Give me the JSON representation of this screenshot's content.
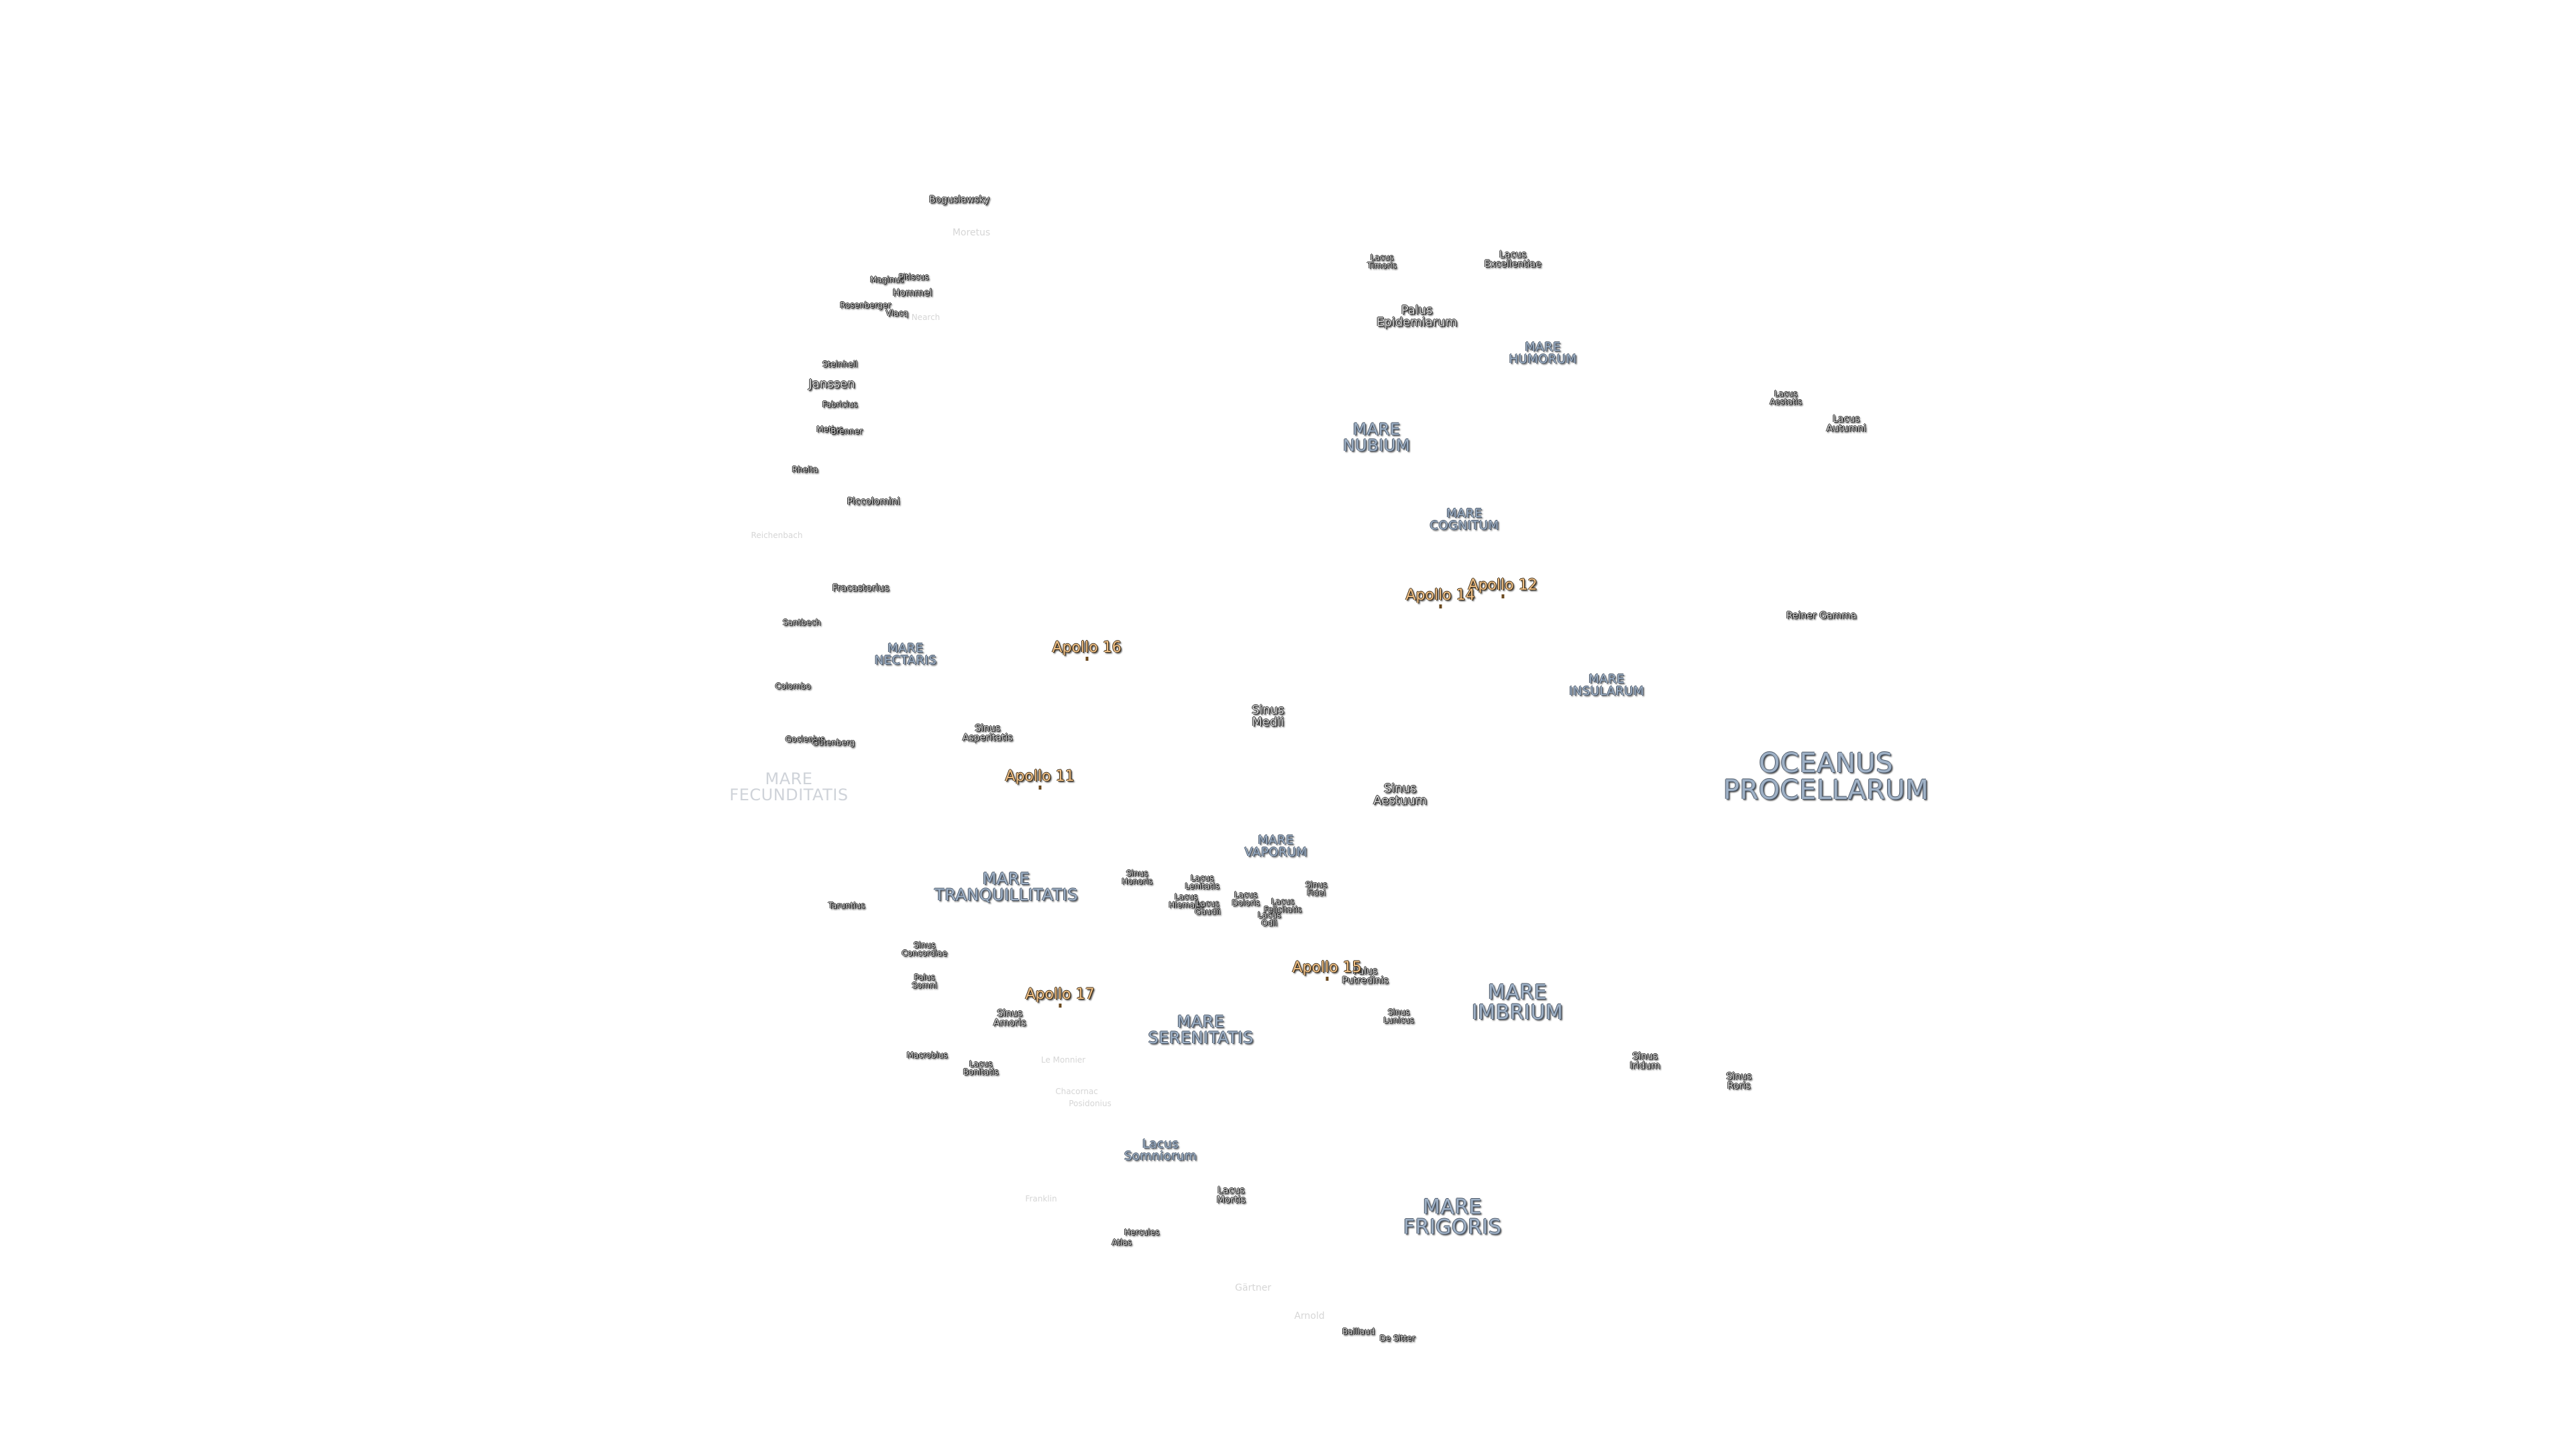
{
  "labels": [
    {
      "id": "oceanus-procellarum",
      "lines": [
        "OCEANUS",
        "PROCELLARUM"
      ],
      "type": "sea",
      "size": "s-xxl"
    },
    {
      "id": "mare-imbrium",
      "lines": [
        "MARE",
        "IMBRIUM"
      ],
      "type": "sea",
      "size": "s-xl"
    },
    {
      "id": "mare-frigoris",
      "lines": [
        "MARE",
        "FRIGORIS"
      ],
      "type": "sea",
      "size": "s-xl"
    },
    {
      "id": "mare-tranquillitatis",
      "lines": [
        "MARE",
        "TRANQUILLITATIS"
      ],
      "type": "sea",
      "size": "s-l"
    },
    {
      "id": "mare-serenitatis",
      "lines": [
        "MARE",
        "SERENITATIS"
      ],
      "type": "sea",
      "size": "s-l"
    },
    {
      "id": "mare-nubium",
      "lines": [
        "MARE",
        "NUBIUM"
      ],
      "type": "sea",
      "size": "s-l"
    },
    {
      "id": "mare-insularum",
      "lines": [
        "MARE",
        "INSULARUM"
      ],
      "type": "sea",
      "size": "s-m"
    },
    {
      "id": "mare-humorum",
      "lines": [
        "MARE",
        "HUMORUM"
      ],
      "type": "sea",
      "size": "s-m"
    },
    {
      "id": "mare-cognitum",
      "lines": [
        "MARE",
        "COGNITUM"
      ],
      "type": "sea",
      "size": "s-m"
    },
    {
      "id": "mare-nectaris",
      "lines": [
        "MARE",
        "NECTARIS"
      ],
      "type": "sea",
      "size": "s-m"
    },
    {
      "id": "mare-vaporum",
      "lines": [
        "MARE",
        "VAPORUM"
      ],
      "type": "sea",
      "size": "s-m"
    },
    {
      "id": "mare-fecunditatis",
      "lines": [
        "MARE",
        "FECUNDITATIS"
      ],
      "type": "sea",
      "size": "s-l",
      "faint": true
    },
    {
      "id": "lacus-somniorum",
      "lines": [
        "Lacus",
        "Somniorum"
      ],
      "type": "sea",
      "size": "s-m"
    },
    {
      "id": "palus-epidemiarum",
      "lines": [
        "Palus",
        "Epidemiarum"
      ],
      "type": "crater",
      "size": "s-m"
    },
    {
      "id": "sinus-aestuum",
      "lines": [
        "Sinus",
        "Aestuum"
      ],
      "type": "crater",
      "size": "s-m"
    },
    {
      "id": "sinus-medii",
      "lines": [
        "Sinus",
        "Medii"
      ],
      "type": "crater",
      "size": "s-m"
    },
    {
      "id": "sinus-iridum",
      "lines": [
        "Sinus",
        "Iridum"
      ],
      "type": "crater",
      "size": "s-s"
    },
    {
      "id": "sinus-roris",
      "lines": [
        "Sinus",
        "Roris"
      ],
      "type": "crater",
      "size": "s-s"
    },
    {
      "id": "sinus-asperitatis",
      "lines": [
        "Sinus",
        "Asperitatis"
      ],
      "type": "crater",
      "size": "s-s"
    },
    {
      "id": "sinus-concordiae",
      "lines": [
        "Sinus",
        "Concordiae"
      ],
      "type": "crater",
      "size": "s-xs"
    },
    {
      "id": "palus-somni",
      "lines": [
        "Palus",
        "Somni"
      ],
      "type": "crater",
      "size": "s-xs"
    },
    {
      "id": "sinus-amoris",
      "lines": [
        "Sinus",
        "Amoris"
      ],
      "type": "crater",
      "size": "s-s"
    },
    {
      "id": "lacus-bonitatis",
      "lines": [
        "Lacus",
        "Bonitatis"
      ],
      "type": "crater",
      "size": "s-xs"
    },
    {
      "id": "palus-putredinis",
      "lines": [
        "Palus",
        "Putredinis"
      ],
      "type": "crater",
      "size": "s-s"
    },
    {
      "id": "sinus-lunicus",
      "lines": [
        "Sinus",
        "Lunicus"
      ],
      "type": "crater",
      "size": "s-xs"
    },
    {
      "id": "lacus-mortis",
      "lines": [
        "Lacus",
        "Mortis"
      ],
      "type": "crater",
      "size": "s-s"
    },
    {
      "id": "lacus-timoris",
      "lines": [
        "Lacus",
        "Timoris"
      ],
      "type": "crater",
      "size": "s-xs"
    },
    {
      "id": "lacus-excellentiae",
      "lines": [
        "Lacus",
        "Excellentiae"
      ],
      "type": "crater",
      "size": "s-s"
    },
    {
      "id": "lacus-aestatis",
      "lines": [
        "Lacus",
        "Aestatis"
      ],
      "type": "crater",
      "size": "s-xs"
    },
    {
      "id": "lacus-autumni",
      "lines": [
        "Lacus",
        "Autumni"
      ],
      "type": "crater",
      "size": "s-s"
    },
    {
      "id": "sinus-honoris",
      "lines": [
        "Sinus",
        "Honoris"
      ],
      "type": "crater",
      "size": "s-xs"
    },
    {
      "id": "lacus-lenitatis",
      "lines": [
        "Lacus",
        "Lenitatis"
      ],
      "type": "crater",
      "size": "s-xs"
    },
    {
      "id": "lacus-hiemalis",
      "lines": [
        "Lacus",
        "Hiemalis"
      ],
      "type": "crater",
      "size": "s-xs"
    },
    {
      "id": "lacus-gaudii",
      "lines": [
        "Lacus",
        "Gaudii"
      ],
      "type": "crater",
      "size": "s-xs"
    },
    {
      "id": "lacus-doloris",
      "lines": [
        "Lacus",
        "Doloris"
      ],
      "type": "crater",
      "size": "s-xs"
    },
    {
      "id": "lacus-odii",
      "lines": [
        "Lacus",
        "Odii"
      ],
      "type": "crater",
      "size": "s-xs"
    },
    {
      "id": "lacus-felicitatis",
      "lines": [
        "Lacus",
        "Felicitatis"
      ],
      "type": "crater",
      "size": "s-xs"
    },
    {
      "id": "sinus-fidei",
      "lines": [
        "Sinus",
        "Fidei"
      ],
      "type": "crater",
      "size": "s-xs"
    },
    {
      "id": "reiner-gamma",
      "lines": [
        "Reiner Gamma"
      ],
      "type": "crater",
      "size": "s-s"
    },
    {
      "id": "boguslawsky",
      "lines": [
        "Boguslawsky"
      ],
      "type": "crater",
      "size": "s-s"
    },
    {
      "id": "moretus",
      "lines": [
        "Moretus"
      ],
      "type": "crater",
      "size": "s-s",
      "faint": true
    },
    {
      "id": "maginus",
      "lines": [
        "Maginus"
      ],
      "type": "crater",
      "size": "s-xs"
    },
    {
      "id": "pitiscus",
      "lines": [
        "Pitiscus"
      ],
      "type": "crater",
      "size": "s-xs"
    },
    {
      "id": "hommel",
      "lines": [
        "Hommel"
      ],
      "type": "crater",
      "size": "s-s"
    },
    {
      "id": "rosenberger",
      "lines": [
        "Rosenberger"
      ],
      "type": "crater",
      "size": "s-xs"
    },
    {
      "id": "vlacq",
      "lines": [
        "Vlacq"
      ],
      "type": "crater",
      "size": "s-xs"
    },
    {
      "id": "nearch",
      "lines": [
        "Nearch"
      ],
      "type": "crater",
      "size": "s-xs",
      "faint": true
    },
    {
      "id": "steinheil",
      "lines": [
        "Steinheil"
      ],
      "type": "crater",
      "size": "s-xs"
    },
    {
      "id": "janssen",
      "lines": [
        "Janssen"
      ],
      "type": "crater",
      "size": "s-m"
    },
    {
      "id": "fabricius",
      "lines": [
        "Fabricius"
      ],
      "type": "crater",
      "size": "s-xs"
    },
    {
      "id": "metius",
      "lines": [
        "Metius"
      ],
      "type": "crater",
      "size": "s-xs"
    },
    {
      "id": "brenner",
      "lines": [
        "Brenner"
      ],
      "type": "crater",
      "size": "s-xs"
    },
    {
      "id": "rheita",
      "lines": [
        "Rheita"
      ],
      "type": "crater",
      "size": "s-xs"
    },
    {
      "id": "piccolomini",
      "lines": [
        "Piccolomini"
      ],
      "type": "crater",
      "size": "s-s"
    },
    {
      "id": "reichenbach",
      "lines": [
        "Reichenbach"
      ],
      "type": "crater",
      "size": "s-xs",
      "faint": true
    },
    {
      "id": "fracastorius",
      "lines": [
        "Fracastorius"
      ],
      "type": "crater",
      "size": "s-s"
    },
    {
      "id": "santbech",
      "lines": [
        "Santbech"
      ],
      "type": "crater",
      "size": "s-xs"
    },
    {
      "id": "colombo",
      "lines": [
        "Colombo"
      ],
      "type": "crater",
      "size": "s-xs"
    },
    {
      "id": "goclenius",
      "lines": [
        "Goclenius"
      ],
      "type": "crater",
      "size": "s-xs"
    },
    {
      "id": "gutenberg",
      "lines": [
        "Gutenberg"
      ],
      "type": "crater",
      "size": "s-xs"
    },
    {
      "id": "taruntius",
      "lines": [
        "Taruntius"
      ],
      "type": "crater",
      "size": "s-xs"
    },
    {
      "id": "macrobius",
      "lines": [
        "Macrobius"
      ],
      "type": "crater",
      "size": "s-xs"
    },
    {
      "id": "le-monnier",
      "lines": [
        "Le Monnier"
      ],
      "type": "crater",
      "size": "s-xs",
      "faint": true
    },
    {
      "id": "chacornac",
      "lines": [
        "Chacornac"
      ],
      "type": "crater",
      "size": "s-xs",
      "faint": true
    },
    {
      "id": "posidonius",
      "lines": [
        "Posidonius"
      ],
      "type": "crater",
      "size": "s-xs",
      "faint": true
    },
    {
      "id": "franklin",
      "lines": [
        "Franklin"
      ],
      "type": "crater",
      "size": "s-xs",
      "faint": true
    },
    {
      "id": "hercules",
      "lines": [
        "Hercules"
      ],
      "type": "crater",
      "size": "s-xs"
    },
    {
      "id": "atlas",
      "lines": [
        "Atlas"
      ],
      "type": "crater",
      "size": "s-xs"
    },
    {
      "id": "gartner",
      "lines": [
        "Gärtner"
      ],
      "type": "crater",
      "size": "s-s",
      "faint": true
    },
    {
      "id": "arnold",
      "lines": [
        "Arnold"
      ],
      "type": "crater",
      "size": "s-s",
      "faint": true
    },
    {
      "id": "baillaud",
      "lines": [
        "Baillaud"
      ],
      "type": "crater",
      "size": "s-xs"
    },
    {
      "id": "de-sitter",
      "lines": [
        "De Sitter"
      ],
      "type": "crater",
      "size": "s-xs"
    },
    {
      "id": "apollo-11",
      "lines": [
        "Apollo 11"
      ],
      "type": "apollo",
      "size": "s-ap"
    },
    {
      "id": "apollo-12",
      "lines": [
        "Apollo 12"
      ],
      "type": "apollo",
      "size": "s-ap"
    },
    {
      "id": "apollo-14",
      "lines": [
        "Apollo 14"
      ],
      "type": "apollo",
      "size": "s-ap"
    },
    {
      "id": "apollo-15",
      "lines": [
        "Apollo 15"
      ],
      "type": "apollo",
      "size": "s-ap"
    },
    {
      "id": "apollo-16",
      "lines": [
        "Apollo 16"
      ],
      "type": "apollo",
      "size": "s-ap"
    },
    {
      "id": "apollo-17",
      "lines": [
        "Apollo 17"
      ],
      "type": "apollo",
      "size": "s-ap"
    }
  ]
}
